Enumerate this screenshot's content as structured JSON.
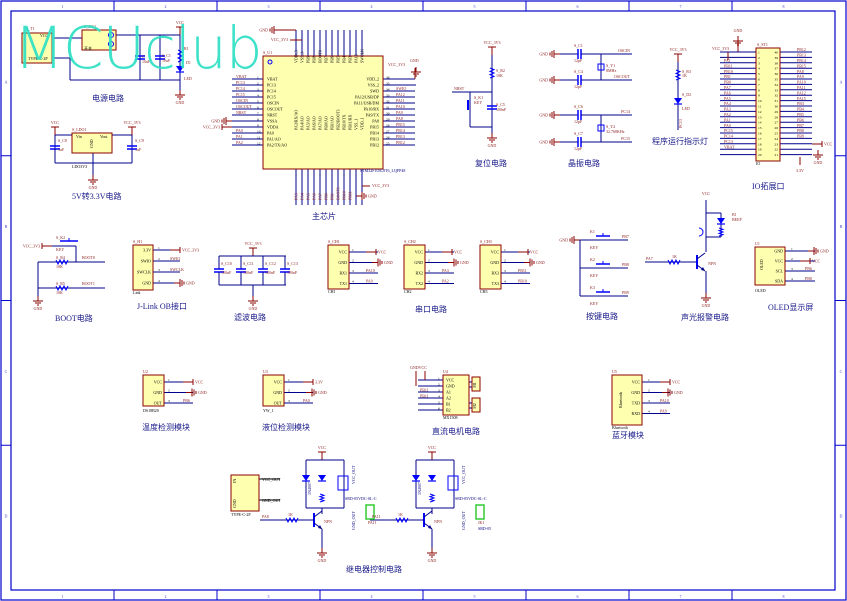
{
  "watermark": "MCUclub",
  "frame": {
    "columns": [
      "1",
      "2",
      "3",
      "4",
      "5",
      "6",
      "7",
      "8"
    ],
    "rows": [
      "A",
      "B",
      "C",
      "D"
    ],
    "color": "#0000cc"
  },
  "colors": {
    "wire": "#00008b",
    "power": "#8b0000",
    "body": "#ffffb0",
    "outline": "#8b0000",
    "net": "#8b1a1a",
    "frame": "#0000cc",
    "watermark": "#2ee0c4"
  },
  "blocks": {
    "power": {
      "caption": "电源电路",
      "t1": "S_T1",
      "t1_pin": "VCC",
      "t1_type": "TYPE-C-2P",
      "sw": "S_SW1",
      "sw_label": "开关",
      "c1": "C",
      "c1v": "10uF",
      "c2": "S_C1",
      "c2v": "10uF",
      "r1": "R1",
      "d1": "D1",
      "led": "LED",
      "vcc": "VCC",
      "gnd": "GND"
    },
    "ldo": {
      "caption": "5V转3.3V电路",
      "ref": "S_LDO1",
      "part": "LDO3V3",
      "vin": "Vin",
      "vout": "Vout",
      "gndpin": "GND",
      "c8": "S_C8",
      "c8v": "1uF",
      "c9": "S_C9",
      "c9v": "1uF",
      "vcc": "VCC",
      "vcc3": "VCC_3V3",
      "gnd": "GND"
    },
    "mcu": {
      "caption": "主芯片",
      "ref": "S_U1",
      "part": "STM32F103C8T6_LQFP48",
      "left_pins": [
        "VBAT",
        "PC13",
        "PC14",
        "PC15",
        "OSCIN",
        "OSCOUT",
        "NRST",
        "VSSA",
        "VDDA",
        "PA0",
        "PA1/AO",
        "PA2/TX/AO"
      ],
      "left_nets": [
        "VBAT",
        "PC13",
        "PC14",
        "PC15",
        "OSCIN",
        "OSCOUT",
        "NRST",
        "GND",
        "VCC_3V3",
        "PA0",
        "PA1",
        "PA2"
      ],
      "right_pins": [
        "VDD_2",
        "VSS_2",
        "SWD",
        "PA12/USB/DP",
        "PA11/USB/DM",
        "PA10/RX",
        "PA9/TX",
        "PA8",
        "PB15",
        "PB14",
        "PB13",
        "PB12"
      ],
      "right_nets": [
        "VCC_3V3",
        "GND",
        "SWIO",
        "PA12",
        "PA11",
        "PA10",
        "PA9",
        "PA8",
        "PB15",
        "PB14",
        "PB13",
        "PB12"
      ],
      "top_pins": [
        "VDD_3",
        "VSS_3",
        "PB9",
        "PB8",
        "BOOT0",
        "PB7",
        "PB6",
        "PB5",
        "PB4",
        "PB3",
        "PA15",
        "SWCLK"
      ],
      "bottom_pins": [
        "PA3/RX/AO",
        "PA4/AO",
        "PA5/AO",
        "PA6/AO",
        "PA7/AO",
        "PB0/AO",
        "PB1/AO",
        "PB2/BOOT1",
        "PB10/TX",
        "PB11/RX",
        "VSS_1",
        "VDD_1"
      ],
      "bottom_nets": [
        "PA3",
        "PA4",
        "PA5",
        "PA6",
        "PA7",
        "PB0",
        "PB1",
        "BOOT1",
        "PB10",
        "PB11"
      ],
      "gnd": "GND",
      "vcc3": "VCC_3V3"
    },
    "reset": {
      "caption": "复位电路",
      "vcc3": "VCC_3V3",
      "r": "S_R2",
      "rv": "10K",
      "net": "NRST",
      "key": "S_K1",
      "keyv": "KEY",
      "c": "S_C5",
      "cv": "100nF",
      "gnd": "GND"
    },
    "crystal": {
      "caption": "晶振电路",
      "caps": [
        {
          "ref": "S_C1",
          "v": "12pF"
        },
        {
          "ref": "S_C4",
          "v": "12pF"
        },
        {
          "ref": "S_C6",
          "v": "12pF"
        },
        {
          "ref": "S_C7",
          "v": "12pF"
        }
      ],
      "y1": "S_Y1",
      "y1v": "8MHz",
      "y2": "S_Y2",
      "y2v": "32.768KHz",
      "nets": [
        "OSCIN",
        "OSCOUT",
        "PC14",
        "PC15"
      ],
      "gnd": "GND"
    },
    "led": {
      "caption": "程序运行指示灯",
      "vcc3": "VCC_3V3",
      "r": "S_R3",
      "rv": "1K",
      "d": "S_D2",
      "dv": "LED",
      "net": "PC13"
    },
    "io": {
      "caption": "IO拓展口",
      "ref": "S_ST1",
      "part": "IO",
      "gnd": "GND",
      "vcc3": "VCC_3V3",
      "vcc": "VCC",
      "v33": "3.3V",
      "left_nets": [
        "VCC_3V3",
        "",
        "PA1",
        "PB11",
        "PB10",
        "PB1",
        "PB0",
        "PA7",
        "PA6",
        "PA5",
        "PA4",
        "PA3",
        "PA2",
        "PA1",
        "PA0",
        "PC15",
        "PC14",
        "PC13",
        "VBAT",
        ""
      ],
      "right_nets": [
        "PB12",
        "PB13",
        "PB14",
        "PB15",
        "PA8",
        "PA9",
        "PA10",
        "PA11",
        "PA12",
        "PA15",
        "PB3",
        "PB4",
        "PB5",
        "PB6",
        "PB7",
        "PB8",
        "PB9",
        "VCC",
        "GND",
        "3.3V"
      ]
    },
    "boot": {
      "caption": "BOOT电路",
      "vcc3": "VCC_3V3",
      "key": "S_K2",
      "keyv": "KEY",
      "r4": "S_R4",
      "r4v": "10K",
      "r5": "S_R5",
      "r5v": "10K",
      "net0": "BOOT0",
      "net1": "BOOT1",
      "gnd": "GND"
    },
    "jlink": {
      "caption": "J-Link OB接口",
      "ref": "S_H1",
      "part": "Link",
      "pins": [
        "3.3V",
        "SWIO",
        "SWCLK",
        "GND"
      ],
      "nets": [
        "VCC_3V3",
        "SWIO",
        "SWCLK",
        "GND"
      ]
    },
    "filter": {
      "caption": "滤波电路",
      "vcc3": "VCC_3V3",
      "caps": [
        {
          "ref": "S_C10",
          "v": "100nF"
        },
        {
          "ref": "S_C11",
          "v": "100nF"
        },
        {
          "ref": "S_C12",
          "v": "100nF"
        },
        {
          "ref": "S_C13",
          "v": "100nF"
        }
      ],
      "gnd": "GND"
    },
    "uart": {
      "caption": "串口电路",
      "ports": [
        {
          "ref": "S_CH1",
          "part": "CH1",
          "pins": [
            "VCC",
            "GND",
            "RX1",
            "TX1"
          ],
          "nets": [
            "VCC",
            "GND",
            "PA10",
            "PA9"
          ]
        },
        {
          "ref": "S_CH2",
          "part": "CH2",
          "pins": [
            "VCC",
            "GND",
            "RX2",
            "TX2"
          ],
          "nets": [
            "VCC",
            "GND",
            "PA3",
            "PA2"
          ]
        },
        {
          "ref": "S_CH3",
          "part": "CH3",
          "pins": [
            "VCC",
            "GND",
            "RX3",
            "TX3"
          ],
          "nets": [
            "VCC",
            "GND",
            "PB11",
            "PB10"
          ]
        }
      ]
    },
    "keys": {
      "caption": "按键电路",
      "gnd": "GND",
      "keys": [
        {
          "ref": "K1",
          "v": "KEY",
          "net": "PB7"
        },
        {
          "ref": "K2",
          "v": "KEY",
          "net": "PB8"
        },
        {
          "ref": "K3",
          "v": "KEY",
          "net": "PB9"
        }
      ]
    },
    "alarm": {
      "caption": "声光报警电路",
      "vcc": "VCC",
      "b": "B1",
      "bv": "BEEP",
      "net": "PA7",
      "r": "1K",
      "q": "NPN",
      "gnd": "GND"
    },
    "oled": {
      "caption": "OLED显示屏",
      "ref": "U1",
      "part": "OLED",
      "body": "OLED",
      "pins": [
        "GND",
        "VCC",
        "SCL",
        "SDA"
      ],
      "nets": [
        "GND",
        "VCC",
        "PB6",
        "PB8"
      ]
    },
    "temp": {
      "caption": "温度检测模块",
      "ref": "U2",
      "part": "DS18B20",
      "pins": [
        "VCC",
        "GND",
        "OUT"
      ],
      "nets": [
        "VCC",
        "GND",
        "PB6"
      ]
    },
    "level": {
      "caption": "液位检测模块",
      "ref": "U3",
      "part": "YW_1",
      "pins": [
        "VCC",
        "GND",
        "OUT"
      ],
      "nets": [
        "3.3V",
        "GND",
        "PA0"
      ]
    },
    "motor": {
      "caption": "直流电机电路",
      "ref": "U4",
      "part": "MX1508",
      "pins": [
        "VCC",
        "GND",
        "A1",
        "A2",
        "B1",
        "B2"
      ],
      "nets": [
        "VCC",
        "GND",
        "PB11",
        "PB11",
        "",
        ""
      ],
      "pwr": "GNDVCC",
      "m1": "M1",
      "m2": "M2"
    },
    "bt": {
      "caption": "蓝牙模块",
      "ref": "U5",
      "part": "Bluetooth",
      "body": "Bluetooth",
      "pins": [
        "VCC",
        "GND",
        "TXD",
        "RXD"
      ],
      "nets": [
        "VCC",
        "GND",
        "PA10",
        "PA9"
      ]
    },
    "relay": {
      "caption": "继电器控制电路",
      "in": "IN",
      "gndpin": "GND",
      "vcc_out": "VCC_OUT",
      "gnd_out": "GND_OUT",
      "part": "TYPE-C-2P",
      "vcc": "VCC",
      "gnd": "GND",
      "channels": [
        {
          "net": "PA8",
          "r": "1K",
          "q": "NPN",
          "relay": "SRD-05VDC-SL-C",
          "d": "1N4007",
          "led": "LED",
          "conn": "PA11"
        },
        {
          "net": "PA11",
          "r": "1K",
          "q": "NPN",
          "relay": "SRD-05VDC-SL-C",
          "d": "1N4007",
          "led": "LED",
          "conn": "JK1",
          "connv": "SRD-05"
        }
      ]
    }
  }
}
